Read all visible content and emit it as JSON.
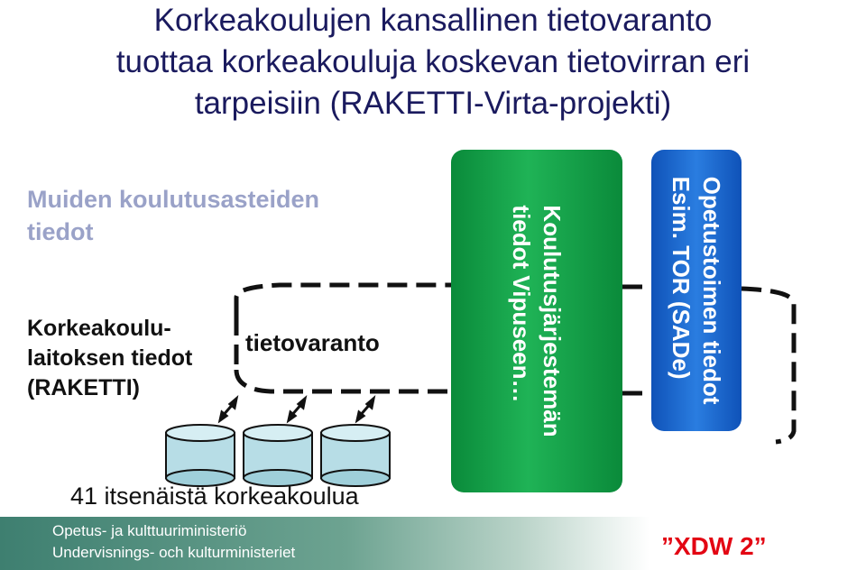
{
  "title": {
    "line1": "Korkeakoulujen kansallinen tietovaranto",
    "line2": "tuottaa korkeakouluja koskevan tietovirran eri",
    "line3": "tarpeisiin (RAKETTI-Virta-projekti)"
  },
  "labels": {
    "other_levels_1": "Muiden koulutusasteiden",
    "other_levels_2": "tiedot",
    "institution_1": "Korkeakoulu-",
    "institution_2": "laitoksen tiedot",
    "institution_3": "(RAKETTI)",
    "tietovaranto": "tietovaranto",
    "institutions_count": "41 itsenäistä korkeakoulua"
  },
  "boxes": {
    "green_line1": "Koulutusjärjestemän",
    "green_line2": "tiedot Vipuseen…",
    "blue_line1": "Opetustoimen tiedot",
    "blue_line2": "Esim. TOR (SADe)"
  },
  "footer": {
    "line1": "Opetus- ja kulttuuriministeriö",
    "line2": "Undervisnings- och kulturministeriet"
  },
  "badge": "”XDW 2”",
  "colors": {
    "title": "#1a1a5e",
    "faded_label": "#9aa2c8",
    "green_box": "#1fb356",
    "blue_box": "#2a7de0",
    "cylinder": "#b7dde6",
    "badge": "#e30613"
  },
  "icons": [
    "bidirectional-arrow-icon",
    "database-cylinder-icon"
  ]
}
